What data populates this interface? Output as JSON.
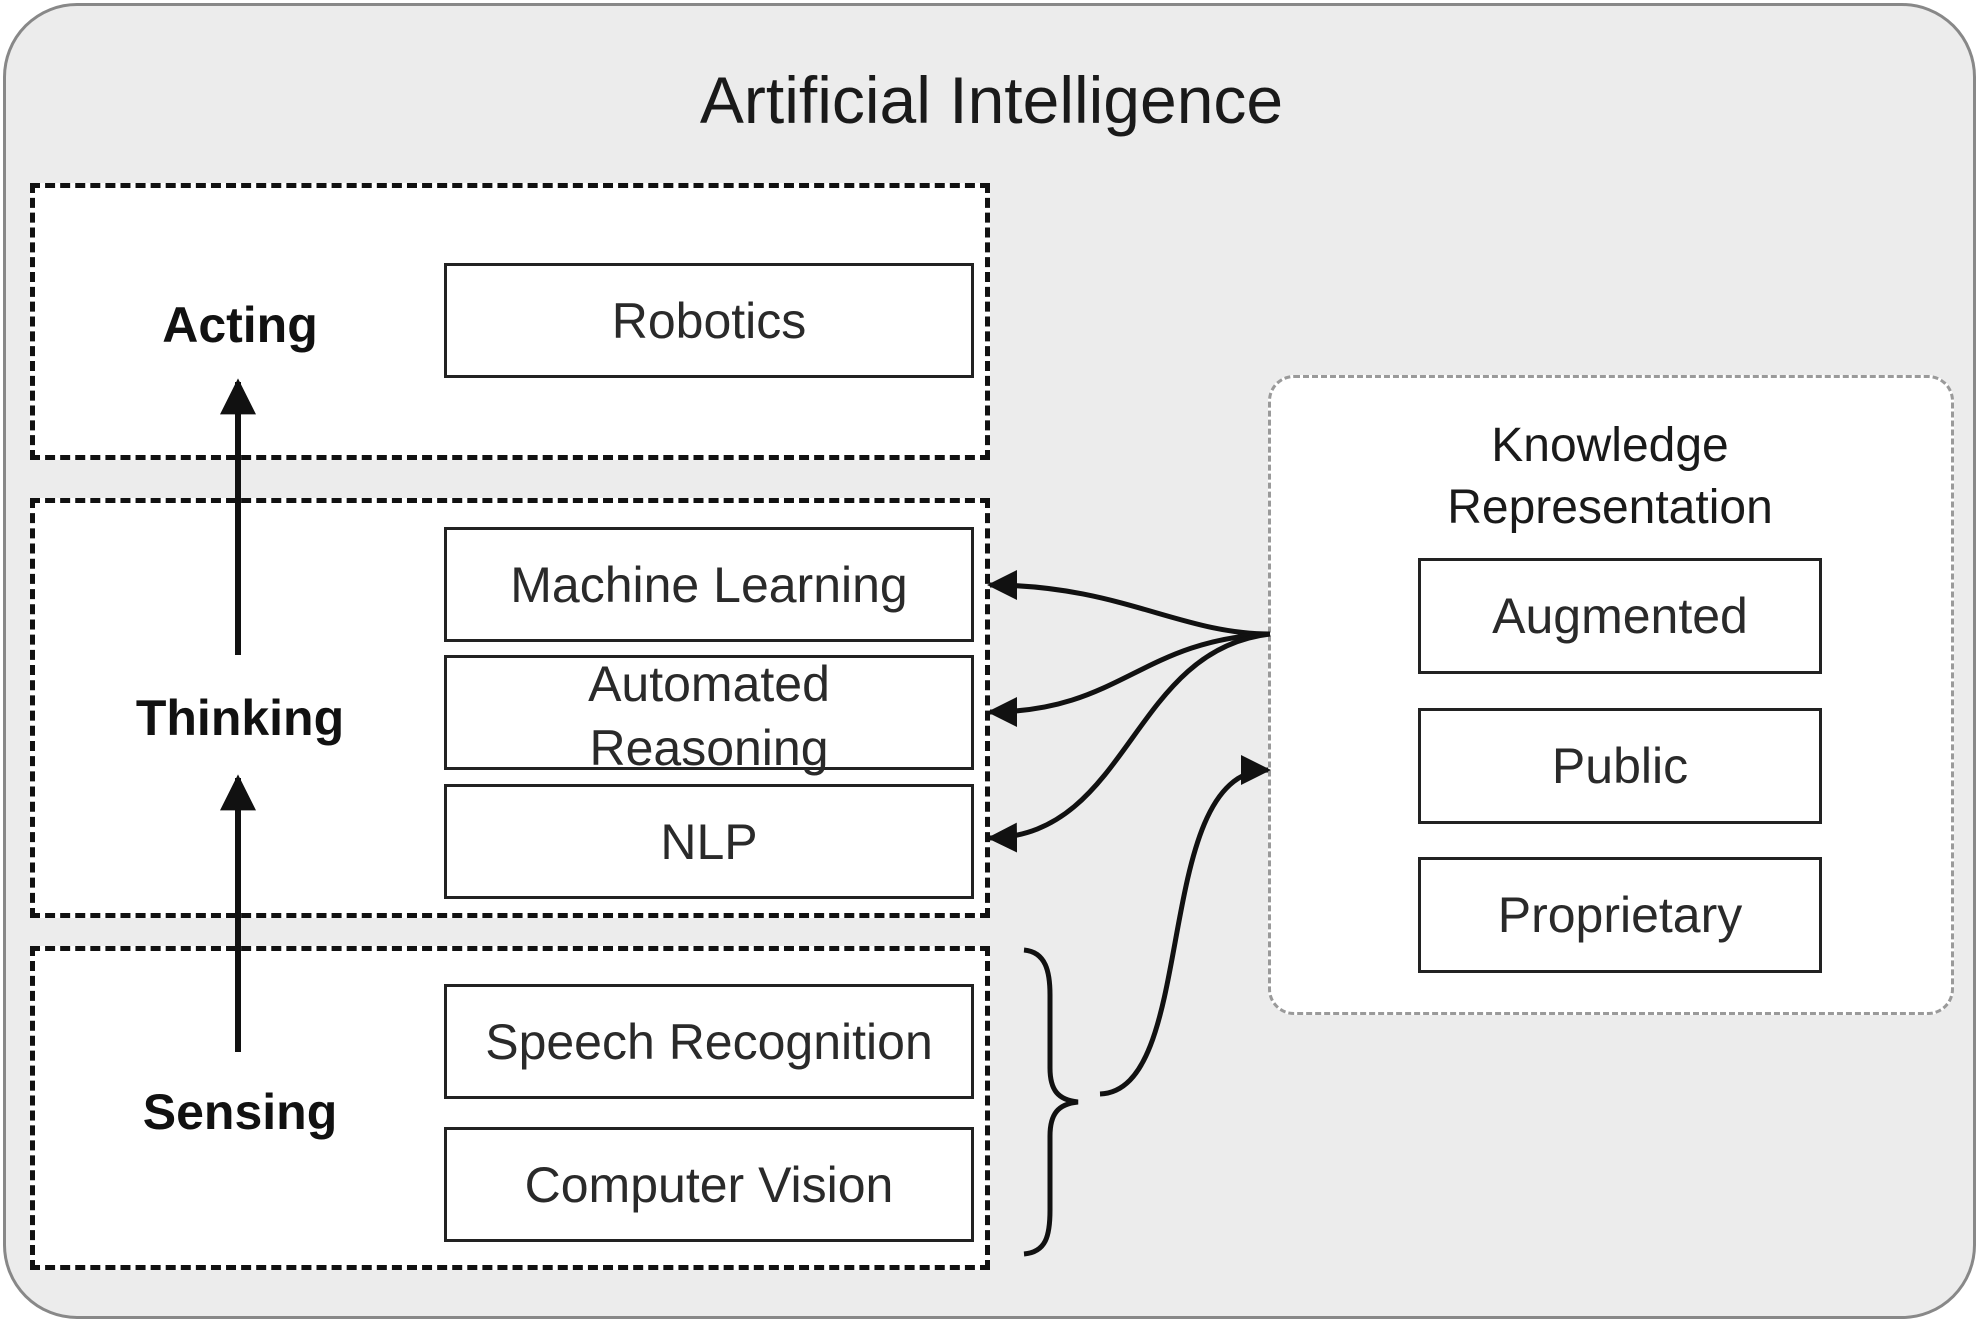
{
  "title": "Artificial Intelligence",
  "layers": {
    "acting": {
      "label": "Acting",
      "items": [
        "Robotics"
      ]
    },
    "thinking": {
      "label": "Thinking",
      "items": [
        "Machine Learning",
        "Automated Reasoning",
        "NLP"
      ]
    },
    "sensing": {
      "label": "Sensing",
      "items": [
        "Speech Recognition",
        "Computer Vision"
      ]
    }
  },
  "knowledge": {
    "title": "Knowledge Representation",
    "items": [
      "Augmented",
      "Public",
      "Proprietary"
    ]
  }
}
